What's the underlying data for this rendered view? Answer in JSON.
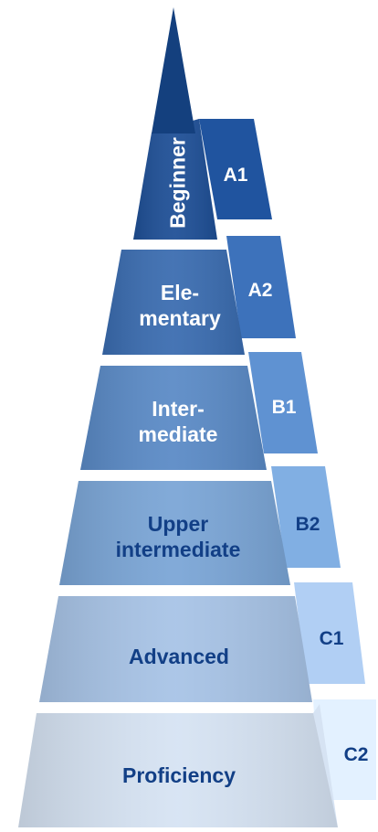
{
  "levels": [
    {
      "name": "Beginner",
      "code": "A1",
      "color": "#1e4f96",
      "text_color": "#ffffff"
    },
    {
      "name": "Ele-\nmentary",
      "code": "A2",
      "color": "#3a6cb0",
      "text_color": "#ffffff"
    },
    {
      "name": "Inter-\nmediate",
      "code": "B1",
      "color": "#5a8ac6",
      "text_color": "#ffffff"
    },
    {
      "name": "Upper\nintermediate",
      "code": "B2",
      "color": "#7aa5d6",
      "text_color": "#123f86"
    },
    {
      "name": "Advanced",
      "code": "C1",
      "color": "#a7c3e6",
      "text_color": "#123f86"
    },
    {
      "name": "Proficiency",
      "code": "C2",
      "color": "#d6e3f3",
      "text_color": "#123f86"
    }
  ],
  "tip_color": "#14407e"
}
